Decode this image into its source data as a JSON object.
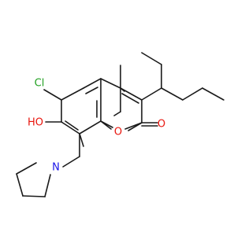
{
  "colors": {
    "bond": "#1a1a1a",
    "carbon": "#1a1a1a",
    "oxygen": "#e8140c",
    "nitrogen": "#1a14e8",
    "chlorine": "#20a020"
  },
  "labels": {
    "cl": "Cl",
    "ho": "HO",
    "o_ring": "O",
    "o_carbonyl": "O",
    "n": "N"
  }
}
